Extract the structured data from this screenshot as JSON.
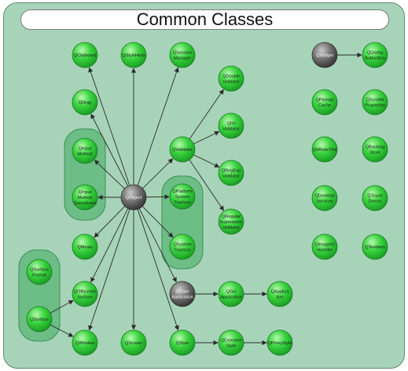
{
  "title": "Common Classes",
  "colors": {
    "panel": "#a7d4b9",
    "group": "#6dbd86",
    "node_green": "#2ecc40",
    "node_gray": "#6f6f6f",
    "edge": "#2b2b2b"
  },
  "nodes": [
    {
      "id": "qclipboard",
      "label": "QClipboard",
      "kind": "green"
    },
    {
      "id": "qstylehints",
      "label": "QStyleHints",
      "kind": "green"
    },
    {
      "id": "qsessionmanager",
      "label": "QSession Manager",
      "kind": "green"
    },
    {
      "id": "qdoublevalidator",
      "label": "QDouble Validator",
      "kind": "green"
    },
    {
      "id": "qwidget",
      "label": "QWidget",
      "kind": "gray"
    },
    {
      "id": "qdialogbuttonbox",
      "label": "QDialog ButtonBox",
      "kind": "green"
    },
    {
      "id": "qdrag",
      "label": "QDrag",
      "kind": "green"
    },
    {
      "id": "qintvalidator",
      "label": "QInt Validator",
      "kind": "green"
    },
    {
      "id": "qpixmapcache",
      "label": "QPixmap Cache",
      "kind": "green"
    },
    {
      "id": "qscrollerproperties",
      "label": "QScroller Properties",
      "kind": "green"
    },
    {
      "id": "qinputmethod",
      "label": "QInput Method",
      "kind": "green"
    },
    {
      "id": "qvalidator",
      "label": "QValidator",
      "kind": "green"
    },
    {
      "id": "qwhatsthis",
      "label": "QWhatsThis",
      "kind": "green"
    },
    {
      "id": "qbackingstore",
      "label": "QBacking Store",
      "kind": "green"
    },
    {
      "id": "qregexpvalidator",
      "label": "QRegExp Validator",
      "kind": "green"
    },
    {
      "id": "qinputmethodqueryevent",
      "label": "QInput Method QueryEvent",
      "kind": "green"
    },
    {
      "id": "qobject",
      "label": "QObject",
      "kind": "gray"
    },
    {
      "id": "qplatformsystemtrayicon",
      "label": "QPlatform System TrayIcon",
      "kind": "green"
    },
    {
      "id": "qdesktopservices",
      "label": "QDesktop Services",
      "kind": "green"
    },
    {
      "id": "qtouchdevice",
      "label": "QTouch Device",
      "kind": "green"
    },
    {
      "id": "qregularexpressionvalidator",
      "label": "QRegular Expression Validator",
      "kind": "green"
    },
    {
      "id": "qmovie",
      "label": "QMovie",
      "kind": "green"
    },
    {
      "id": "qsystemtrayicon",
      "label": "QSystem TrayIcon",
      "kind": "green"
    },
    {
      "id": "qimageiohandler",
      "label": "QImageIO Handler",
      "kind": "green"
    },
    {
      "id": "qtextitem",
      "label": "QTextItem",
      "kind": "green"
    },
    {
      "id": "qsurfaceformat",
      "label": "QSurface Format",
      "kind": "green"
    },
    {
      "id": "qoffscreensurface",
      "label": "QOffscreen Surface",
      "kind": "green"
    },
    {
      "id": "qcoreapplication",
      "label": "QCore Application",
      "kind": "gray"
    },
    {
      "id": "qguiapplication",
      "label": "QGui Application",
      "kind": "green"
    },
    {
      "id": "qapplication",
      "label": "QApplica tion",
      "kind": "green"
    },
    {
      "id": "qsurface",
      "label": "QSurface",
      "kind": "green"
    },
    {
      "id": "qwindow",
      "label": "QWindow",
      "kind": "green"
    },
    {
      "id": "qscreen",
      "label": "QScreen",
      "kind": "green"
    },
    {
      "id": "qstyle",
      "label": "QStyle",
      "kind": "green"
    },
    {
      "id": "qcommonstyle",
      "label": "QCommon Style",
      "kind": "green"
    },
    {
      "id": "qproxystyle",
      "label": "QProxyStyle",
      "kind": "green"
    }
  ],
  "edges": [
    [
      "qobject",
      "qclipboard"
    ],
    [
      "qobject",
      "qstylehints"
    ],
    [
      "qobject",
      "qsessionmanager"
    ],
    [
      "qobject",
      "qdrag"
    ],
    [
      "qobject",
      "qinputmethod"
    ],
    [
      "qobject",
      "qinputmethodqueryevent"
    ],
    [
      "qobject",
      "qvalidator"
    ],
    [
      "qobject",
      "qplatformsystemtrayicon"
    ],
    [
      "qobject",
      "qsystemtrayicon"
    ],
    [
      "qobject",
      "qmovie"
    ],
    [
      "qobject",
      "qoffscreensurface"
    ],
    [
      "qobject",
      "qwindow"
    ],
    [
      "qobject",
      "qscreen"
    ],
    [
      "qobject",
      "qcoreapplication"
    ],
    [
      "qobject",
      "qstyle"
    ],
    [
      "qvalidator",
      "qdoublevalidator"
    ],
    [
      "qvalidator",
      "qintvalidator"
    ],
    [
      "qvalidator",
      "qregexpvalidator"
    ],
    [
      "qvalidator",
      "qregularexpressionvalidator"
    ],
    [
      "qwidget",
      "qdialogbuttonbox"
    ],
    [
      "qcoreapplication",
      "qguiapplication"
    ],
    [
      "qguiapplication",
      "qapplication"
    ],
    [
      "qstyle",
      "qcommonstyle"
    ],
    [
      "qcommonstyle",
      "qproxystyle"
    ],
    [
      "qsurface",
      "qoffscreensurface"
    ],
    [
      "qsurface",
      "qwindow"
    ]
  ]
}
